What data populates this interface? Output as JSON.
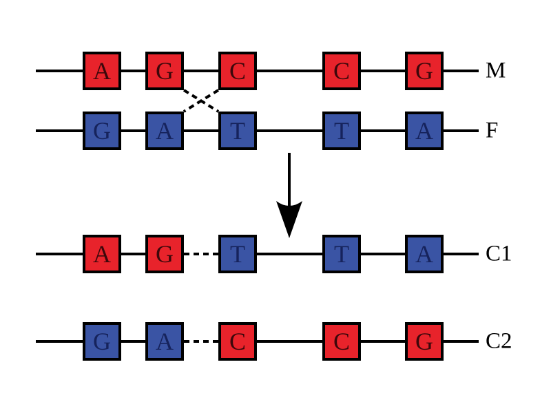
{
  "palette": {
    "red": "#e8232b",
    "blue": "#3a54a4",
    "line": "#000000",
    "letter_on_red": "#3d080b",
    "letter_on_blue": "#16235c",
    "background": "#ffffff"
  },
  "diagram": {
    "rows": [
      {
        "label": "M",
        "boxes": [
          {
            "letter": "A",
            "color": "red"
          },
          {
            "letter": "G",
            "color": "red"
          },
          {
            "letter": "C",
            "color": "red"
          },
          {
            "letter": "C",
            "color": "red"
          },
          {
            "letter": "G",
            "color": "red"
          }
        ]
      },
      {
        "label": "F",
        "boxes": [
          {
            "letter": "G",
            "color": "blue"
          },
          {
            "letter": "A",
            "color": "blue"
          },
          {
            "letter": "T",
            "color": "blue"
          },
          {
            "letter": "T",
            "color": "blue"
          },
          {
            "letter": "A",
            "color": "blue"
          }
        ]
      },
      {
        "label": "C1",
        "boxes": [
          {
            "letter": "A",
            "color": "red"
          },
          {
            "letter": "G",
            "color": "red"
          },
          {
            "letter": "T",
            "color": "blue"
          },
          {
            "letter": "T",
            "color": "blue"
          },
          {
            "letter": "A",
            "color": "blue"
          }
        ]
      },
      {
        "label": "C2",
        "boxes": [
          {
            "letter": "G",
            "color": "blue"
          },
          {
            "letter": "A",
            "color": "blue"
          },
          {
            "letter": "C",
            "color": "red"
          },
          {
            "letter": "C",
            "color": "red"
          },
          {
            "letter": "G",
            "color": "red"
          }
        ]
      }
    ]
  }
}
